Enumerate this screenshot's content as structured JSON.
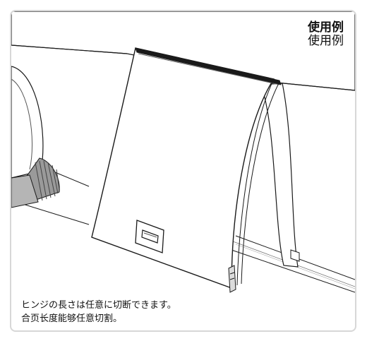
{
  "caption_top": {
    "jp": "使用例",
    "zh": "使用例"
  },
  "caption_bottom": {
    "jp": "ヒンジの長さは任意に切断できます。",
    "zh": "合页长度能够任意切割。"
  }
}
